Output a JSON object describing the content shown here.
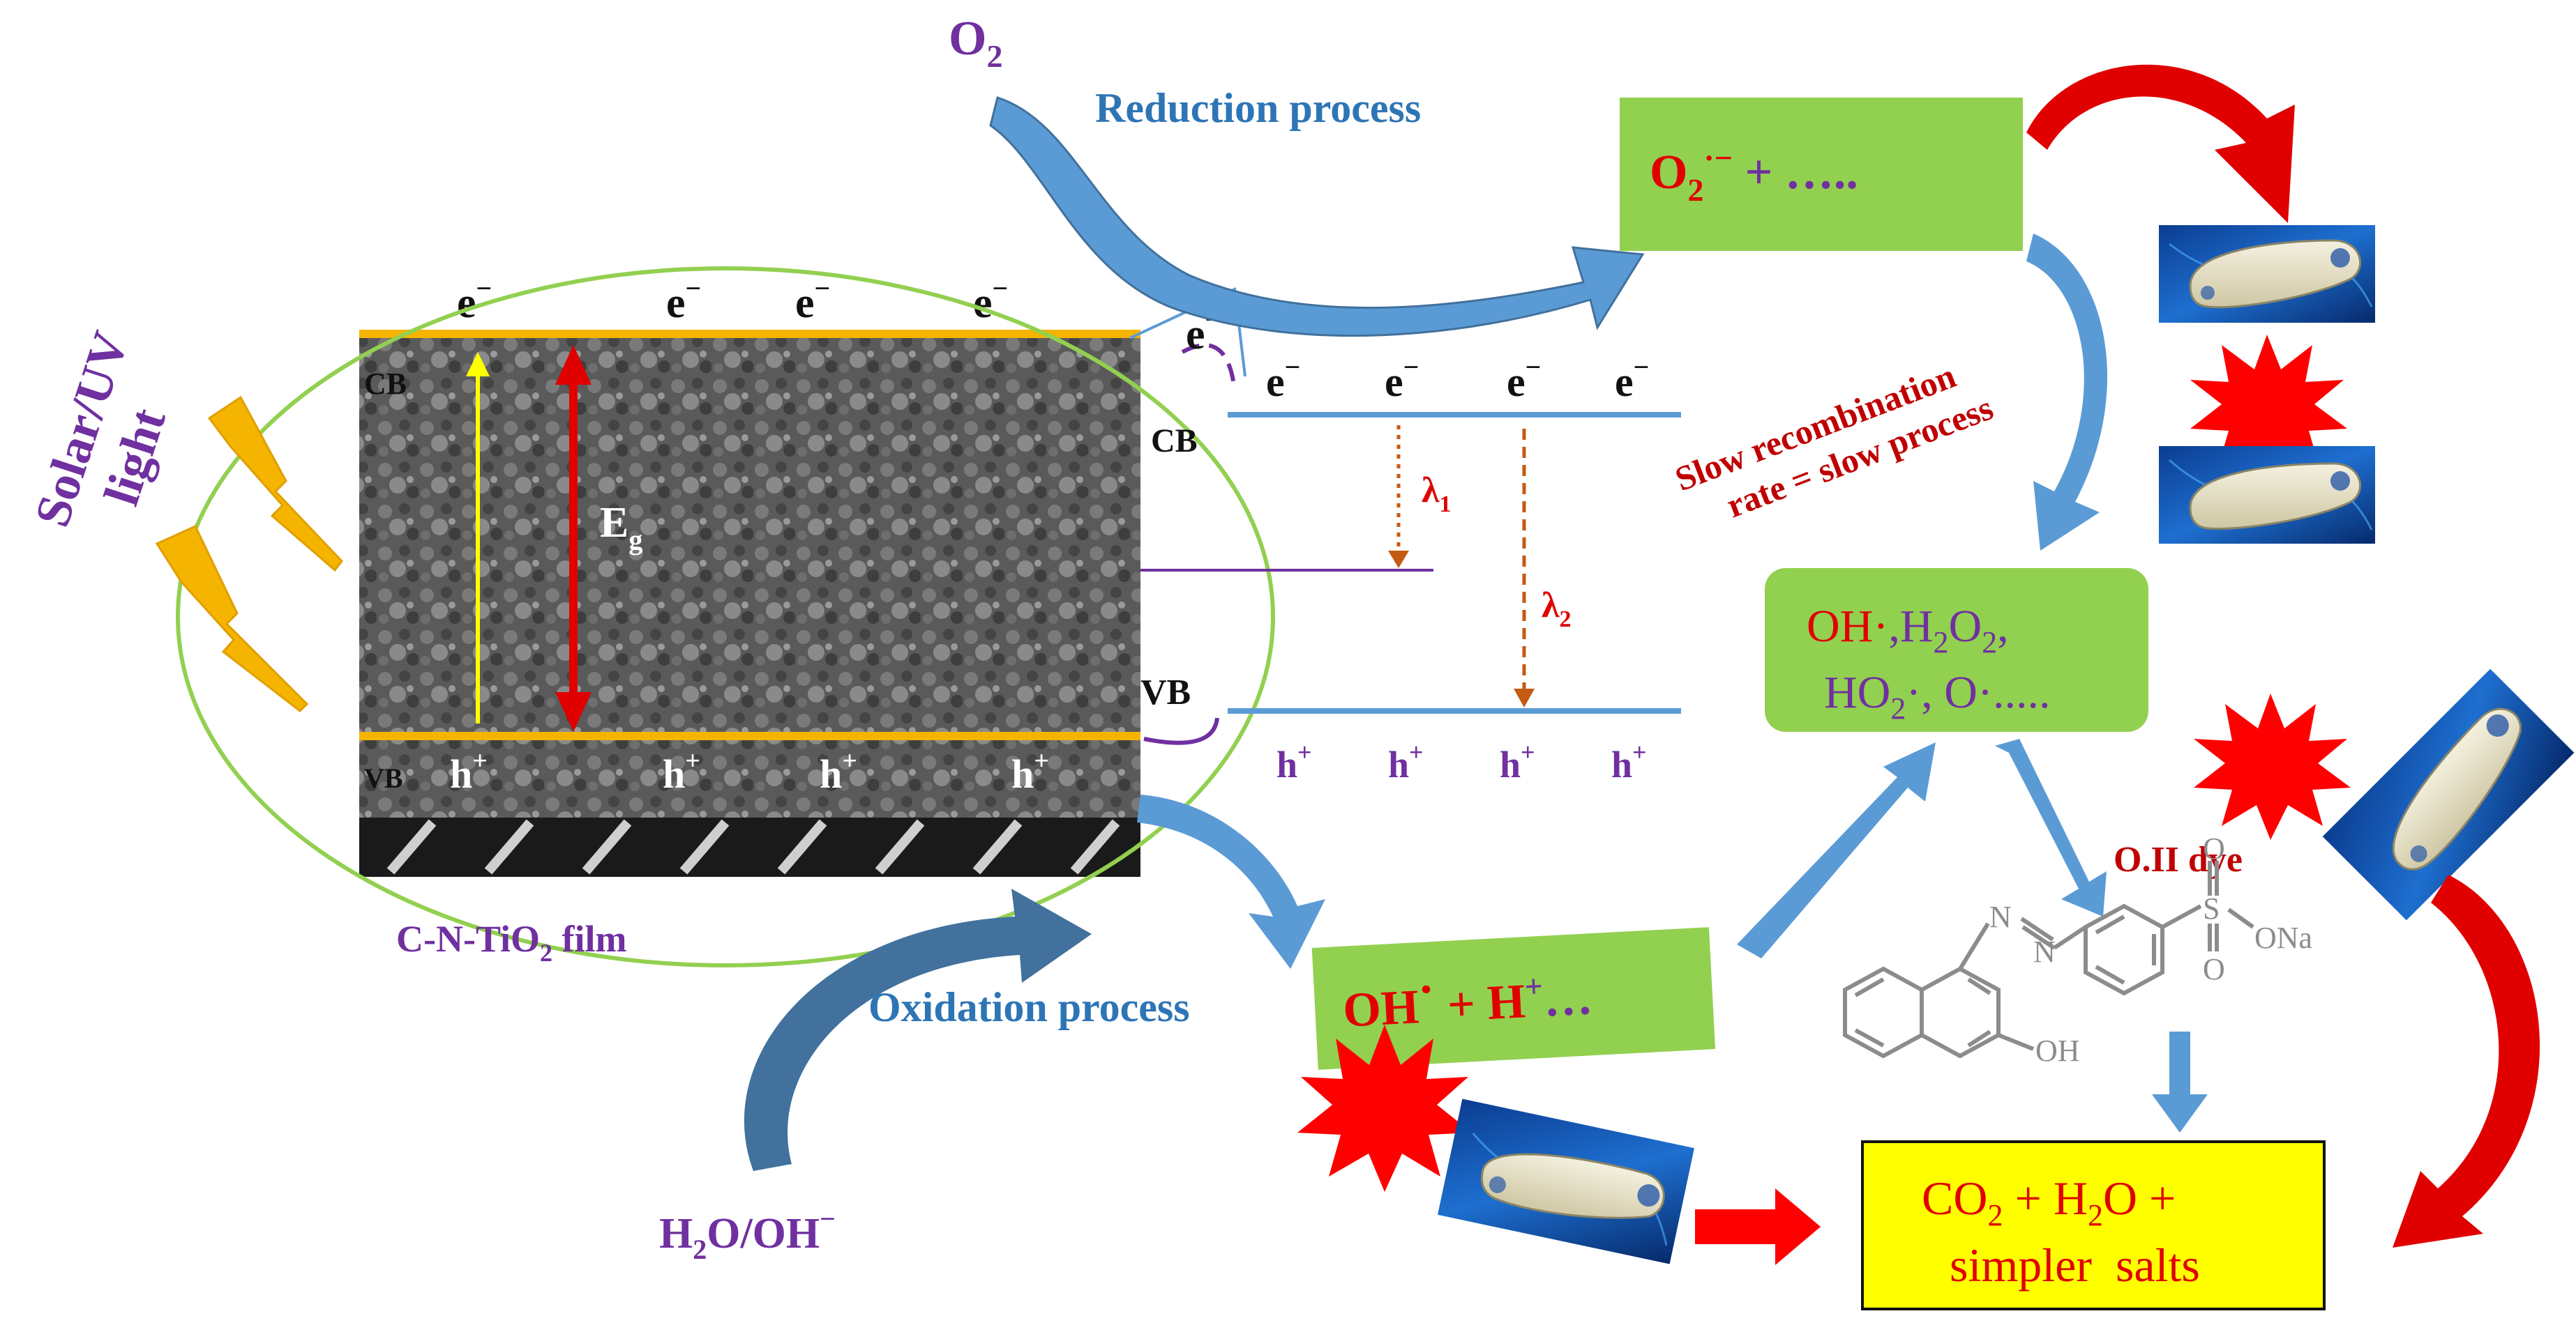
{
  "colors": {
    "purple": "#7030A0",
    "red": "#E00000",
    "darkred": "#C00000",
    "blue": "#2E75B6",
    "arrowblue": "#5B9BD5",
    "green": "#92D050",
    "yellow": "#FFFF00",
    "orange": "#F4B400",
    "band_blue": "#5B9BD5",
    "dye_gray": "#8C8C8C"
  },
  "light": {
    "line1": "Solar/UV",
    "line2": "light"
  },
  "film": {
    "cb": "CB",
    "vb": "VB",
    "electron": "e",
    "hole": "h",
    "minus": "−",
    "plus": "+",
    "eg": "E",
    "eg_sub": "g",
    "caption_pre": "C-N-TiO",
    "caption_sub": "2",
    "caption_post": " film"
  },
  "right_bands": {
    "cb": "CB",
    "vb": "VB",
    "lambda1": "λ",
    "lambda1_sub": "1",
    "lambda2": "λ",
    "lambda2_sub": "2"
  },
  "o2": {
    "main": "O",
    "sub": "2"
  },
  "h2o": {
    "pre": "H",
    "sub": "2",
    "mid": "O/OH",
    "sup": "−"
  },
  "reduction_label": "Reduction process",
  "oxidation_label": "Oxidation process",
  "recombination": {
    "line1": "Slow recombination",
    "line2": "rate = slow process"
  },
  "box_superoxide": {
    "o": "O",
    "sub": "2",
    "sup": "·−",
    "rest": " + ….."
  },
  "box_radicals": {
    "oh": "OH·",
    "h2o2_pre": ",H",
    "h2o2_sub": "2",
    "h2o2_post": "O",
    "h2o2_sub2": "2",
    "h2o2_end": ",",
    "ho2_pre": "HO",
    "ho2_sub": "2",
    "ho2_post": "·, O·....."
  },
  "box_oh": {
    "oh": "OH",
    "dot": "·",
    "mid": " + H",
    "sup": "+",
    "rest": "…"
  },
  "box_final": {
    "line1_a": "CO",
    "line1_sub": "2",
    "line1_b": " + H",
    "line1_sub2": "2",
    "line1_c": "O +",
    "line2": "simpler  salts"
  },
  "dye": {
    "label": "O.II dye",
    "azo": "N",
    "hydroxyl": "OH",
    "s": "S",
    "o": "O",
    "ona": "ONa"
  }
}
